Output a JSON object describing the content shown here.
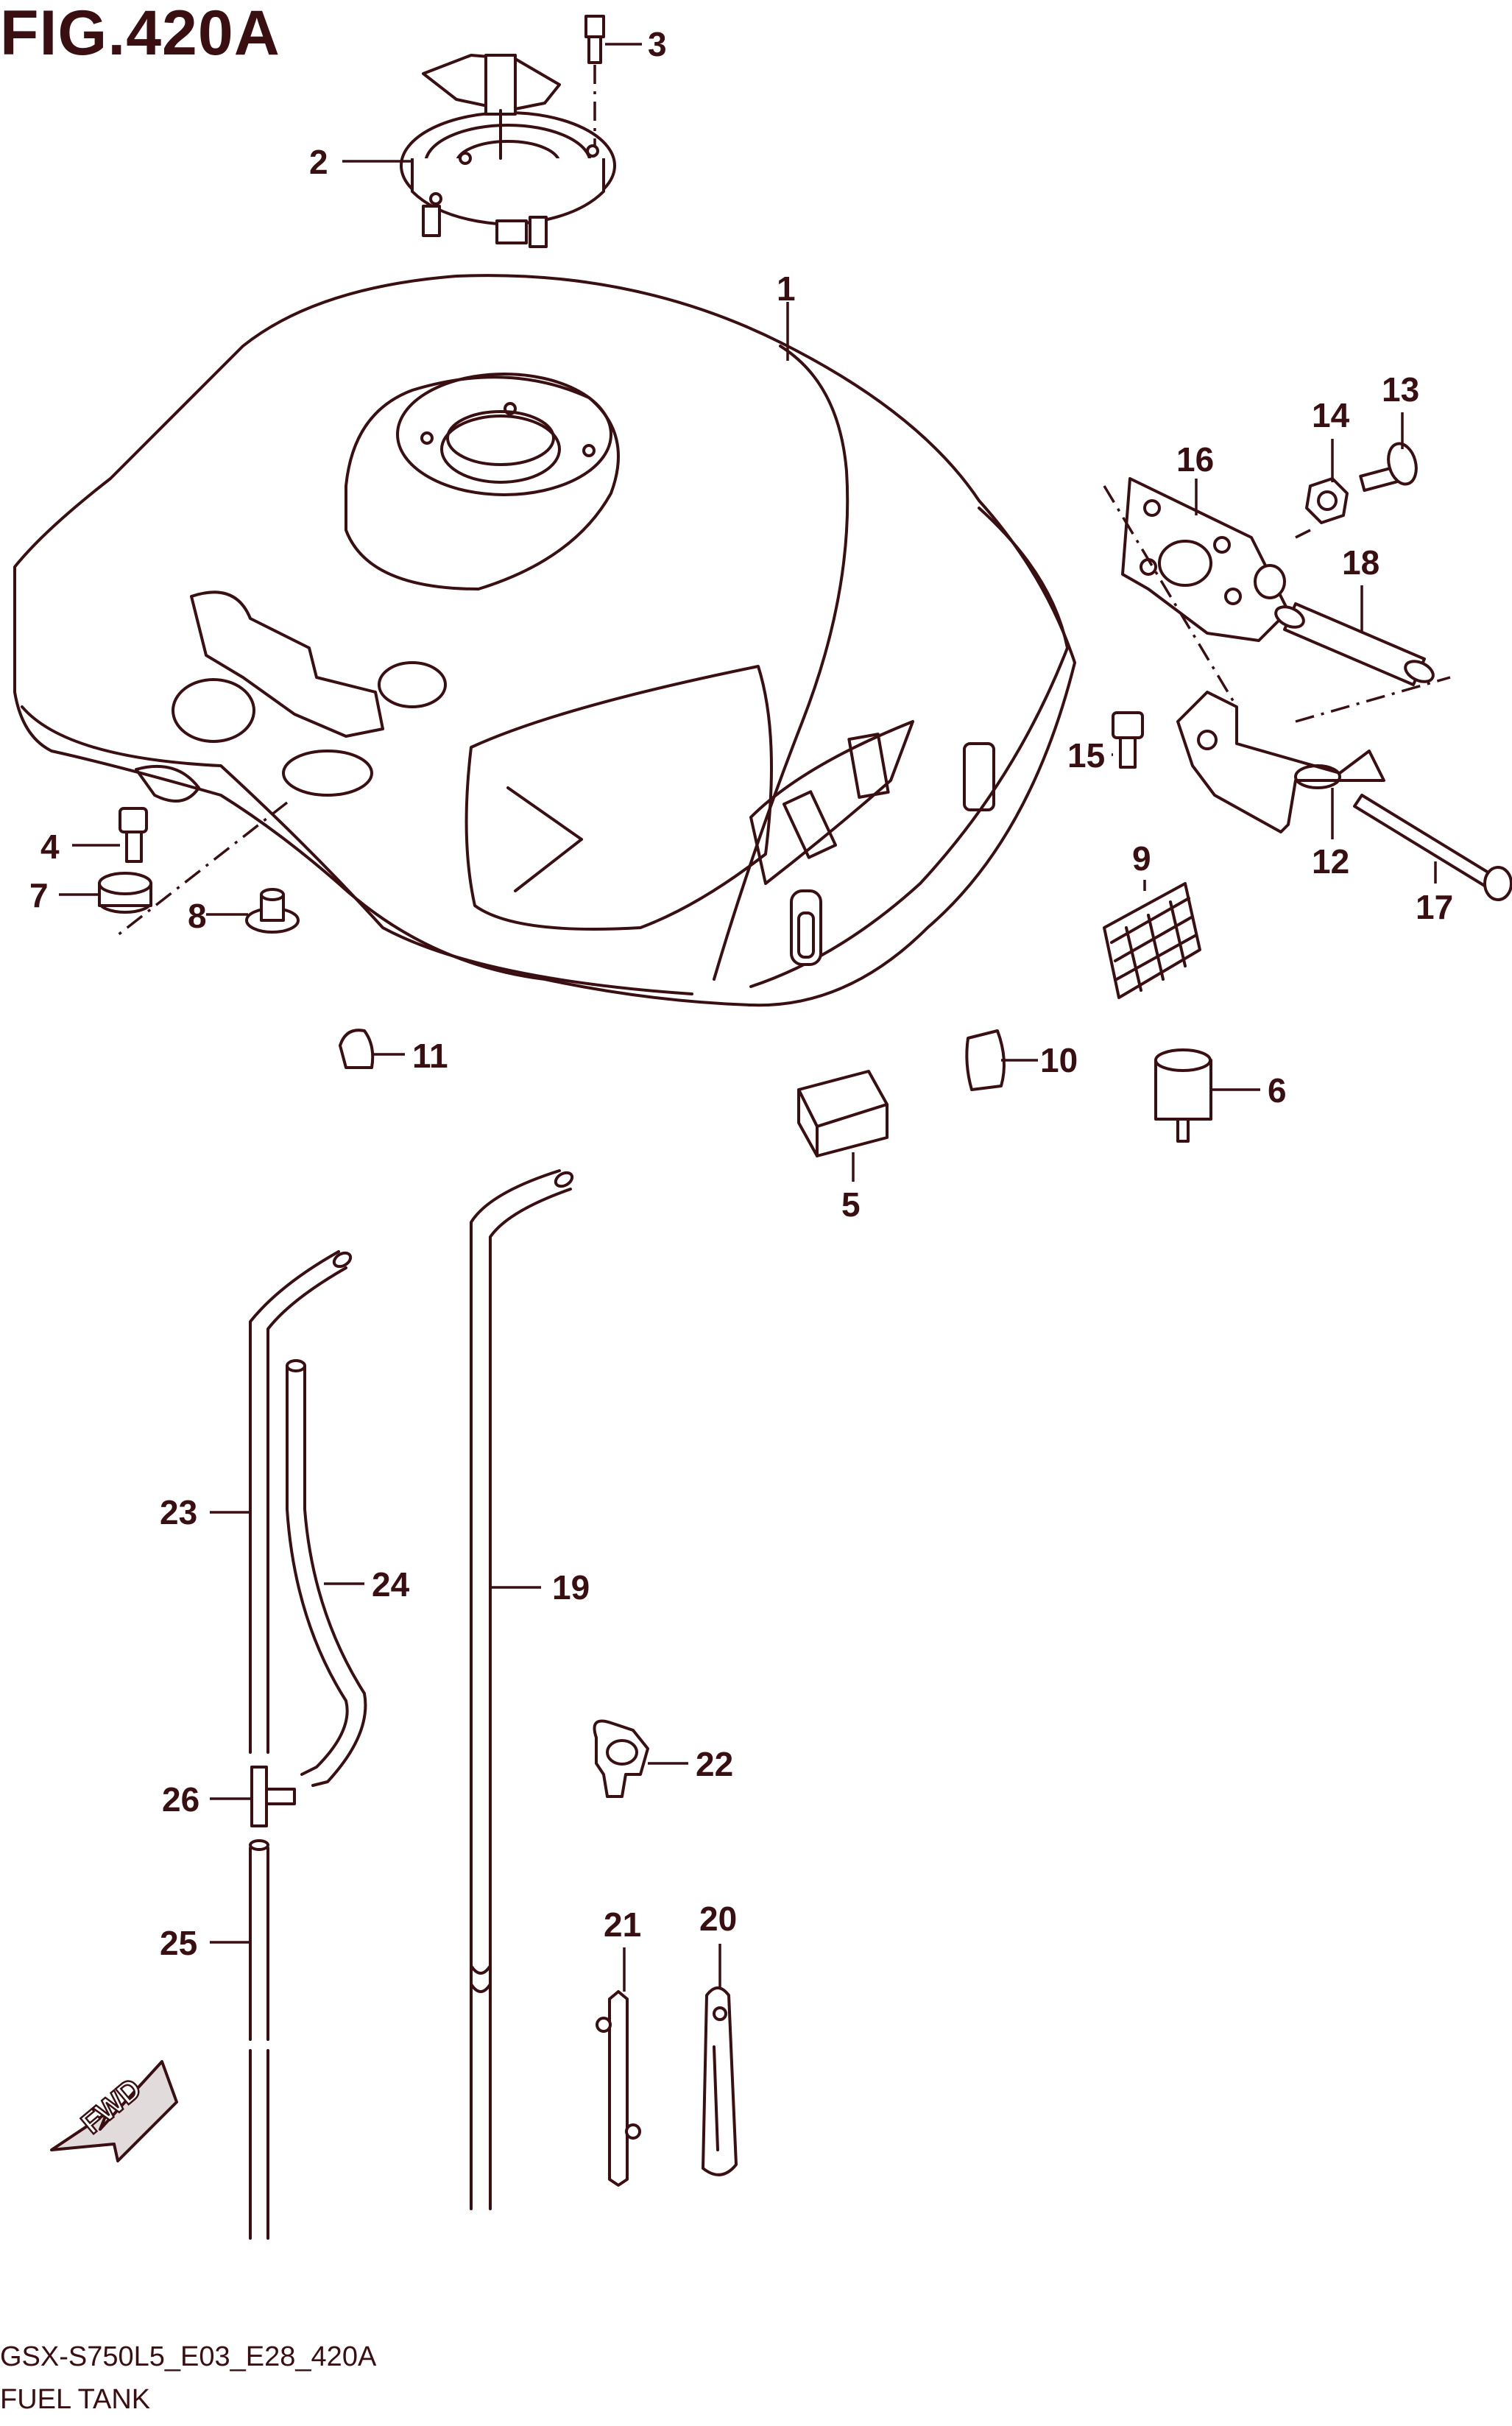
{
  "figure": {
    "title": "FIG.420A",
    "code": "GSX-S750L5_E03_E28_420A",
    "name": "FUEL TANK"
  },
  "fwd_label": "FWD",
  "accent_color": "#3a0f12",
  "callouts": [
    {
      "id": "c1",
      "label": "1"
    },
    {
      "id": "c2",
      "label": "2"
    },
    {
      "id": "c3",
      "label": "3"
    },
    {
      "id": "c4",
      "label": "4"
    },
    {
      "id": "c5",
      "label": "5"
    },
    {
      "id": "c6",
      "label": "6"
    },
    {
      "id": "c7",
      "label": "7"
    },
    {
      "id": "c8",
      "label": "8"
    },
    {
      "id": "c9",
      "label": "9"
    },
    {
      "id": "c10",
      "label": "10"
    },
    {
      "id": "c11",
      "label": "11"
    },
    {
      "id": "c12",
      "label": "12"
    },
    {
      "id": "c13",
      "label": "13"
    },
    {
      "id": "c14",
      "label": "14"
    },
    {
      "id": "c15",
      "label": "15"
    },
    {
      "id": "c16",
      "label": "16"
    },
    {
      "id": "c17",
      "label": "17"
    },
    {
      "id": "c18",
      "label": "18"
    },
    {
      "id": "c19",
      "label": "19"
    },
    {
      "id": "c20",
      "label": "20"
    },
    {
      "id": "c21",
      "label": "21"
    },
    {
      "id": "c22",
      "label": "22"
    },
    {
      "id": "c23",
      "label": "23"
    },
    {
      "id": "c24",
      "label": "24"
    },
    {
      "id": "c25",
      "label": "25"
    },
    {
      "id": "c26",
      "label": "26"
    }
  ]
}
